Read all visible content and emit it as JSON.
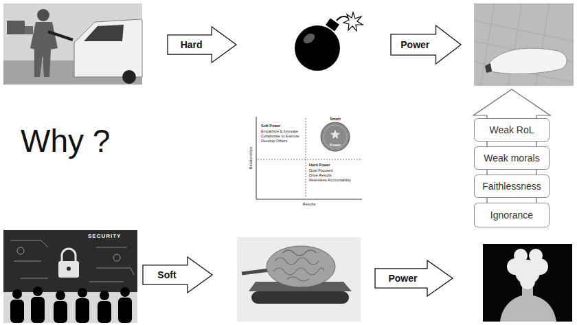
{
  "diagram": {
    "nodes": [
      {
        "text": [
          "Hard"
        ]
      },
      {
        "text": [
          "Power"
        ]
      },
      {
        "text": [
          "Smart",
          "Power"
        ]
      },
      {
        "text": [
          "Weak RoL"
        ]
      },
      {
        "text": [
          "Weak morals"
        ]
      },
      {
        "text": [
          "Faithlessness"
        ]
      },
      {
        "text": [
          "Ignorance"
        ]
      },
      {
        "text": [
          "Soft"
        ]
      },
      {
        "text": [
          "Power"
        ]
      }
    ],
    "labels": [
      "Why ?",
      "Soft Power",
      "Empathize & Innovate",
      "Collaborate to Execute",
      "Develop Others",
      "Hard Power",
      "Goal Focused",
      "Drive Results",
      "Relentless Accountability",
      "Relationships",
      "Results",
      "SECURITY"
    ]
  }
}
